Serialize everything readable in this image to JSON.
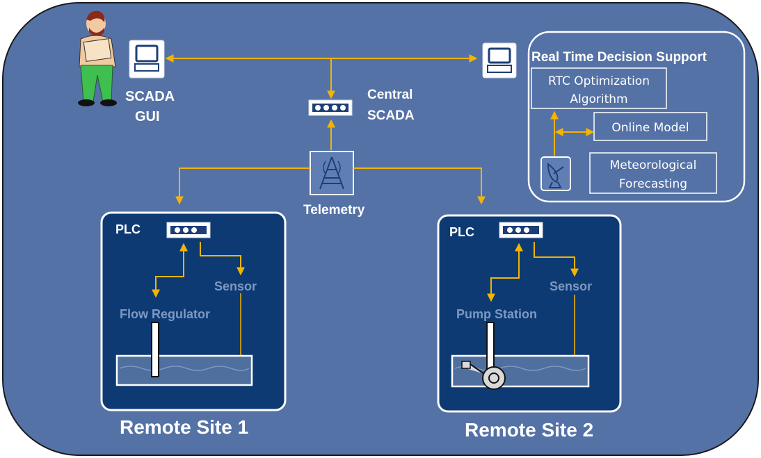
{
  "background": {
    "color": "#5472a6",
    "panel_color": "#0d3a73",
    "accent": "#f4b400"
  },
  "scada": {
    "label_line1": "SCADA",
    "label_line2": "GUI"
  },
  "central": {
    "label_line1": "Central",
    "label_line2": "SCADA"
  },
  "telemetry": {
    "label": "Telemetry"
  },
  "decision_support": {
    "title": "Real Time Decision Support",
    "rtc_line1": "RTC Optimization",
    "rtc_line2": "Algorithm",
    "online_model": "Online Model",
    "meteo_line1": "Meteorological",
    "meteo_line2": "Forecasting"
  },
  "site1": {
    "plc": "PLC",
    "sensor": "Sensor",
    "device": "Flow Regulator",
    "caption": "Remote Site 1"
  },
  "site2": {
    "plc": "PLC",
    "sensor": "Sensor",
    "device": "Pump Station",
    "caption": "Remote Site 2"
  },
  "icons": [
    "operator-person-icon",
    "computer-monitor-icon",
    "scada-unit-icon",
    "telemetry-tower-icon",
    "satellite-dish-icon",
    "plc-unit-icon",
    "pump-icon",
    "gate-icon"
  ]
}
